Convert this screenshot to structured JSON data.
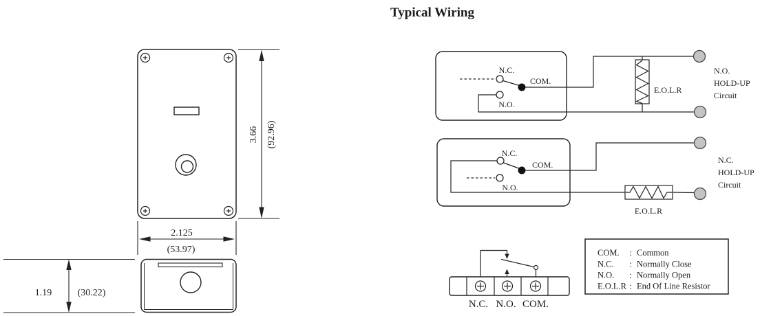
{
  "title": "Typical Wiring",
  "dims": {
    "front_height_in": "3.66",
    "front_height_mm": "(92.96)",
    "front_width_in": "2.125",
    "front_width_mm": "(53.97)",
    "side_depth_in": "1.19",
    "side_depth_mm": "(30.22)"
  },
  "wiring": {
    "circuit1": {
      "nc": "N.C.",
      "com": "COM.",
      "no": "N.O.",
      "eolr": "E.O.L.R",
      "type": [
        "N.O.",
        "HOLD-UP",
        "Circuit"
      ]
    },
    "circuit2": {
      "nc": "N.C.",
      "com": "COM.",
      "no": "N.O.",
      "eolr": "E.O.L.R",
      "type": [
        "N.C.",
        "HOLD-UP",
        "Circuit"
      ]
    }
  },
  "terminal_block": {
    "labels": [
      "N.C.",
      "N.O.",
      "COM."
    ]
  },
  "legend": {
    "rows": [
      {
        "term": "COM.",
        "sep": ":",
        "desc": "Common"
      },
      {
        "term": "N.C.",
        "sep": ":",
        "desc": "Normally Close"
      },
      {
        "term": "N.O.",
        "sep": ":",
        "desc": "Normally Open"
      },
      {
        "term": "E.O.L.R",
        "sep": ":",
        "desc": "End Of Line Resistor"
      }
    ]
  },
  "colors": {
    "line": "#222222",
    "terminal_fill": "#c4c4c4",
    "terminal_stroke": "#4a4a4a"
  }
}
